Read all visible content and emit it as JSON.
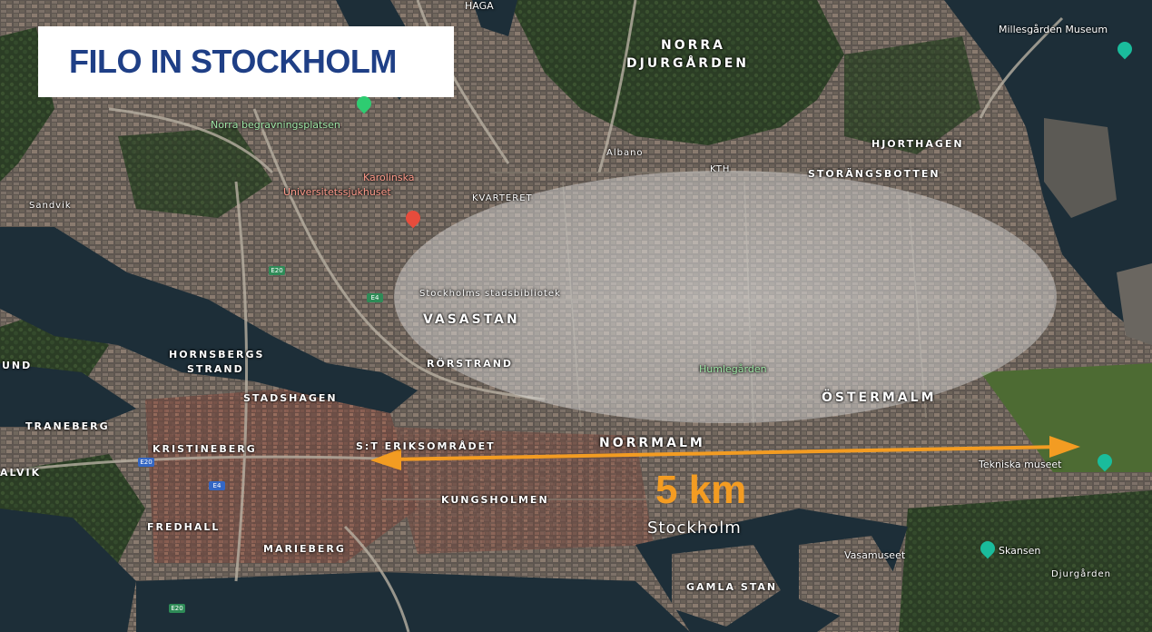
{
  "title": "FILO IN STOCKHOLM",
  "scale_label": "5 km",
  "colors": {
    "title_text": "#1f3f86",
    "scale": "#f39c22",
    "ellipse": "#e6e6e6",
    "water": "#1e2f3a",
    "green": "#2f4f2a",
    "city": "#6b6259"
  },
  "map_labels": {
    "haga": "HAGA",
    "norra_djurgarden_1": "NORRA",
    "norra_djurgarden_2": "DJURGÅRDEN",
    "millesgarden": "Millesgården Museum",
    "norra_begravning": "Norra begravningsplatsen",
    "karolinska_1": "Karolinska",
    "karolinska_2": "Universitetssjukhuset",
    "albano": "Albano",
    "kth": "KTH",
    "hjorthagen": "HJORTHAGEN",
    "storangsbotten": "STORÄNGSBOTTEN",
    "kvarteret": "KVARTERET",
    "sandvik": "Sandvik",
    "stadsbibliotek": "Stockholms stadsbibliotek",
    "vasastan": "VASASTAN",
    "hornsbergs_1": "HORNSBERGS",
    "hornsbergs_2": "STRAND",
    "und": "UND",
    "rorstrand": "RÖRSTRAND",
    "humlegarden": "Humlegården",
    "stadshagen": "STADSHAGEN",
    "ostermalm": "ÖSTERMALM",
    "traneberg": "TRANEBERG",
    "kristineberg": "KRISTINEBERG",
    "st_eriksomradet": "S:T ERIKSOMRÅDET",
    "norrmalm": "NORRMALM",
    "tekniska": "Tekniska museet",
    "alvik": "ALVIK",
    "kungsholmen": "KUNGSHOLMEN",
    "fredhall": "FREDHALL",
    "stockholm": "Stockholm",
    "mariaeberg": "MARIEBERG",
    "vasamuseet": "Vasamuseet",
    "skansen": "Skansen",
    "djurgarden": "Djurgården",
    "gamla_stan": "GAMLA STAN",
    "e20": "E20",
    "e4": "E4"
  }
}
